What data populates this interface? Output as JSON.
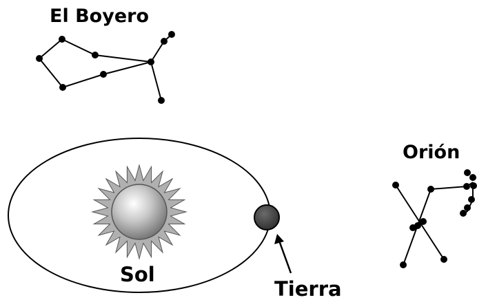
{
  "labels": {
    "boyero": "El Boyero",
    "orion": "Orión",
    "sun": "Sol",
    "earth": "Tierra"
  },
  "icons": {
    "sun": "sun-icon",
    "earth": "earth-icon",
    "arrow": "arrow-icon"
  },
  "colors": {
    "sun_rays": "#b0b0b0",
    "sun_body": "#9a9a9a",
    "earth": "#444444",
    "lines": "#000000"
  }
}
